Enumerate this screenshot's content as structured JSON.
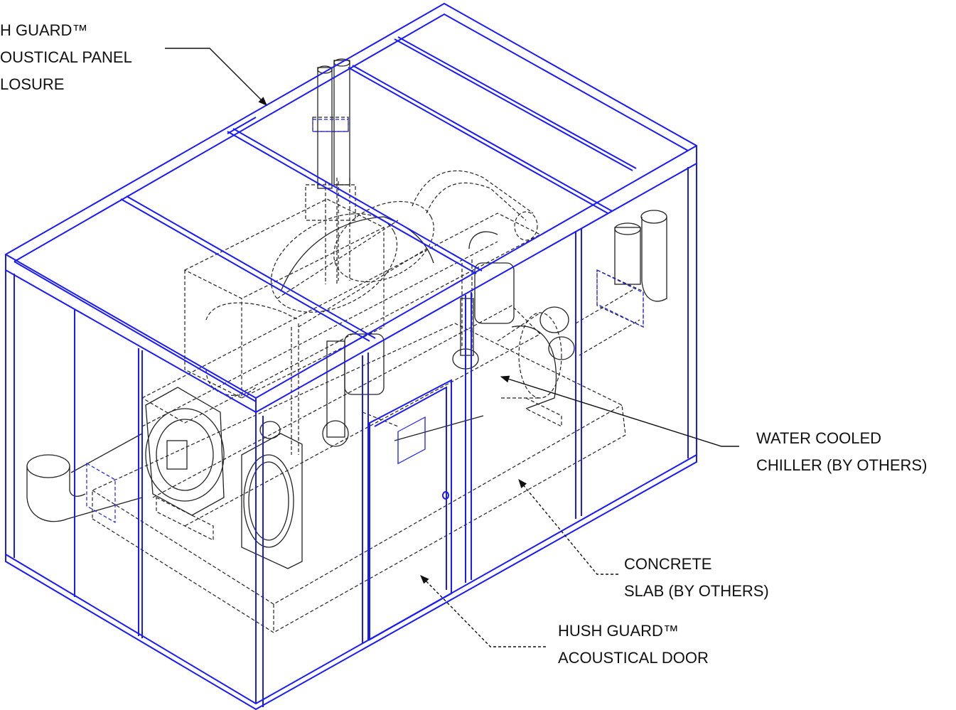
{
  "colors": {
    "enclosure": "#1a1aff",
    "equipment": "#222222",
    "text": "#111111",
    "background": "#ffffff"
  },
  "labels": {
    "panel_enclosure": [
      "H GUARD™",
      "OUSTICAL PANEL",
      "LOSURE"
    ],
    "chiller": [
      "WATER COOLED",
      "CHILLER (BY OTHERS)"
    ],
    "slab": [
      "CONCRETE",
      "SLAB (BY OTHERS)"
    ],
    "door": [
      "HUSH GUARD™",
      "ACOUSTICAL  DOOR"
    ]
  }
}
